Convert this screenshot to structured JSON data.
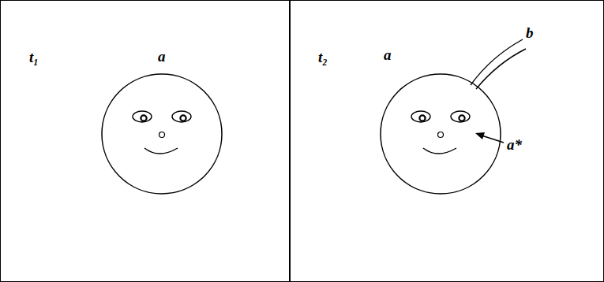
{
  "diagram": {
    "nodes": [
      {
        "text": [
          "t₁"
        ]
      },
      {
        "text": [
          "a"
        ],
        "in": 0
      },
      {
        "text": [
          "t₂"
        ]
      },
      {
        "text": [
          "a"
        ],
        "in": 2
      }
    ],
    "labels": [
      "b",
      "a*"
    ]
  }
}
